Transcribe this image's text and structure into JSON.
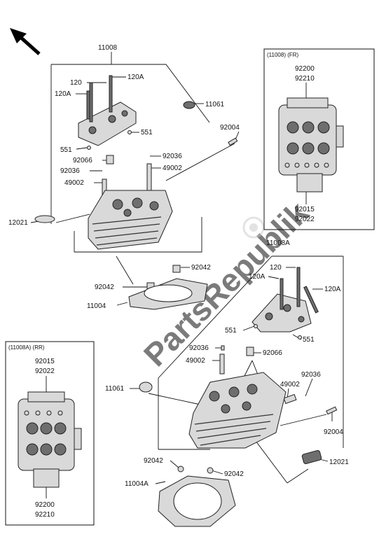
{
  "watermark": "PartsRepublik",
  "inset_fr": {
    "header": "(11008) (FR)",
    "labels": [
      "92200",
      "92210",
      "92015",
      "92022"
    ]
  },
  "inset_rr": {
    "header": "(11008A) (RR)",
    "labels": [
      "92015",
      "92022",
      "92200",
      "92210"
    ]
  },
  "front_assembly": {
    "group": "11008",
    "labels": [
      "120",
      "120A",
      "120A",
      "11061",
      "551",
      "551",
      "92004",
      "92066",
      "92036",
      "92036",
      "49002",
      "49002",
      "12021",
      "92042",
      "92042",
      "11004"
    ]
  },
  "rear_assembly": {
    "group": "11008A",
    "labels": [
      "120",
      "120A",
      "120A",
      "551",
      "551",
      "92036",
      "92066",
      "49002",
      "11061",
      "92036",
      "49002",
      "92004",
      "92042",
      "92042",
      "12021",
      "11004A"
    ]
  },
  "colors": {
    "line": "#111111",
    "part_fill": "#d9d9d9",
    "watermark": "#cfcfcf"
  }
}
